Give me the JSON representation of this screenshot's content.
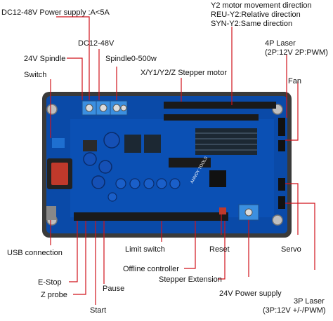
{
  "labels": {
    "power_supply": "DC12-48V Power supply :A<5A",
    "y2_title": "Y2 motor movement direction",
    "y2_rev": "REU-Y2:Relative direction",
    "y2_syn": "SYN-Y2:Same direction",
    "dc12_48v": "DC12-48V",
    "spindle_24v": "24V Spindle",
    "spindle_500w": "Spindle0-500w",
    "switch": "Switch",
    "stepper_motor": "X/Y1/Y2/Z Stepper motor",
    "laser_4p": "4P Laser",
    "laser_4p_spec": "(2P:12V 2P:PWM)",
    "fan": "Fan",
    "usb": "USB connection",
    "limit_switch": "Limit switch",
    "reset": "Reset",
    "servo": "Servo",
    "offline": "Offline controller",
    "stepper_ext": "Stepper Extension",
    "estop": "E-Stop",
    "zprobe": "Z probe",
    "pause": "Pause",
    "start": "Start",
    "power_24v": "24V Power supply",
    "laser_3p": "3P Laser",
    "laser_3p_spec": "(3P:12V +/-/PWM)",
    "brand": "ANNOY TOOLS"
  },
  "colors": {
    "pcb": "#0a4aa8",
    "pcb_dark": "#063275",
    "leader": "#d0131b",
    "header": "#1a1a1a",
    "terminal": "#3b8fe0",
    "capacitor": "#1550b5",
    "heatsink": "#1c2833",
    "switch": "#c0392b",
    "frame": "#444444"
  }
}
